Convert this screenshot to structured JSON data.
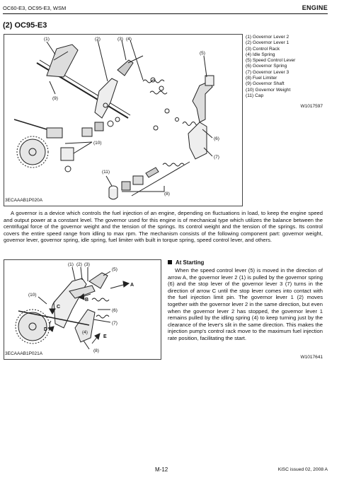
{
  "header": {
    "models": "OC60-E3, OC95-E3, WSM",
    "section": "ENGINE"
  },
  "title": "(2) OC95-E3",
  "figure1": {
    "code": "3ECAAAB1P020A",
    "callouts": [
      "(1)",
      "(2)",
      "(3)",
      "(4)",
      "(5)",
      "(6)",
      "(7)",
      "(8)",
      "(9)",
      "(10)",
      "(11)"
    ]
  },
  "legend": {
    "items": [
      "(1) Governor Lever 2",
      "(2) Governor Lever 1",
      "(3) Control Rack",
      "(4) Idle Spring",
      "(5) Speed Control Lever",
      "(6) Governor Spring",
      "(7) Governor Lever 3",
      "(8) Fuel Limiter",
      "(9) Governor Shaft",
      "(10) Governor Weight",
      "(11) Cap"
    ],
    "code": "W1017597"
  },
  "description": "A governor is a device which controls the fuel injection of an engine, depending on fluctuations in load, to keep the engine speed and output power at a constant level. The governor used for this engine is of mechanical type which utilizes the balance between the centrifugal force of the governor weight and the tension of the springs. Its control weight and the tension of the springs. Its control covers the entire speed range from idling to max rpm. The mechanism consists of the following component part: governor weight, governor lever, governor spring, idle spring, fuel limiter with built in torque spring, speed control lever, and others.",
  "figure2": {
    "code": "3ECAAAB1P021A",
    "callouts": [
      "(1)",
      "(2)",
      "(3)",
      "(5)",
      "(10)",
      "(6)",
      "(7)",
      "(8)",
      "(4)"
    ],
    "arrows": [
      "A",
      "B",
      "C",
      "D",
      "E"
    ]
  },
  "starting": {
    "title": "At Starting",
    "body": "When the speed control lever (5) is moved in the direction of arrow A, the governor lever 2 (1) is pulled by the governor spring (6) and the stop lever of the governor lever 3 (7) turns in the direction of arrow C until the stop lever comes into contact with the fuel injection limit pin. The governor lever 1 (2) moves together with the governor lever 2 in the same direction, but even when the governor lever 2 has stopped, the governor lever 1 remains pulled by the idling spring (4) to keep turning just by the clearance of the lever's slit in the same direction. This makes the injection pump's control rack move to the maximum fuel injection rate position, facilitating the start.",
    "code": "W1017641"
  },
  "footer": {
    "page": "M-12",
    "issue": "KiSC issued 02, 2008 A"
  }
}
